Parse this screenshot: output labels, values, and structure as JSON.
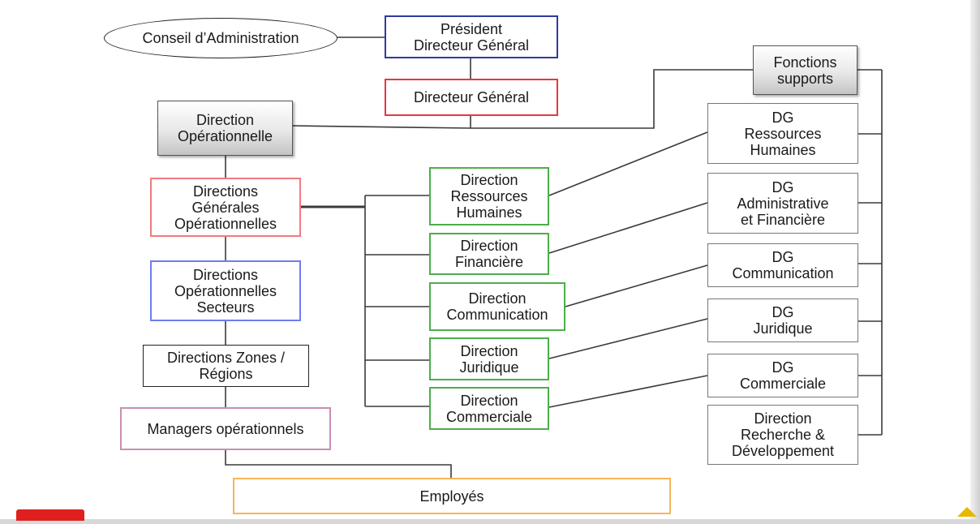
{
  "nodes": {
    "conseil": "Conseil d’Administration",
    "pdg": "Président\nDirecteur Général",
    "dg": "Directeur Général",
    "fonctions_supports": "Fonctions\nsupports",
    "direction_operationnelle": "Direction\nOpérationnelle",
    "directions_generales_operationnelles": "Directions\nGénérales\nOpérationnelles",
    "directions_operationnelles_secteurs": "Directions\nOpérationnelles\nSecteurs",
    "directions_zones_regions": "Directions Zones /\nRégions",
    "managers_operationnels": "Managers opérationnels",
    "employes": "Employés",
    "dir_rh": "Direction\nRessources\nHumaines",
    "dir_financiere": "Direction\nFinancière",
    "dir_communication": "Direction\nCommunication",
    "dir_juridique": "Direction\nJuridique",
    "dir_commerciale": "Direction\nCommerciale",
    "dg_rh": "DG\nRessources\nHumaines",
    "dg_admin_fin": "DG\nAdministrative\net Financière",
    "dg_communication": "DG\nCommunication",
    "dg_juridique": "DG\nJuridique",
    "dg_commerciale": "DG\nCommerciale",
    "dir_recherche_dev": "Direction\nRecherche &\nDéveloppement"
  },
  "colors": {
    "navy": "#2f3aa0",
    "red": "#e8363c",
    "blue": "#6f7cf0",
    "green": "#4cae4c",
    "mauve": "#c98fb3",
    "orange": "#f5b65a",
    "grey": "#777777",
    "line": "#3a3a3a"
  }
}
